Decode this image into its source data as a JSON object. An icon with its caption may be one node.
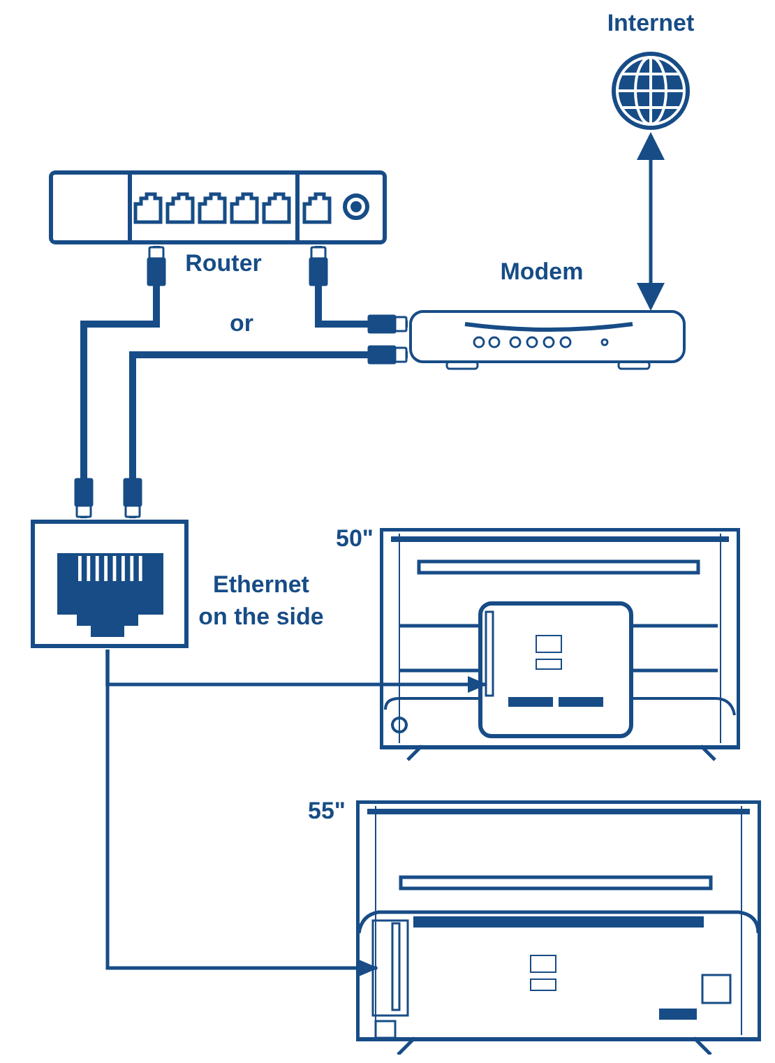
{
  "diagram": {
    "nodes": [
      {
        "text": [
          "Internet"
        ]
      },
      {
        "text": [
          "Router"
        ]
      },
      {
        "text": [
          "Modem"
        ]
      },
      {
        "text": [
          "Ethernet on the side"
        ]
      },
      {
        "text": [
          "50\""
        ]
      },
      {
        "text": [
          "55\""
        ]
      }
    ],
    "edges": [
      {
        "from": 0,
        "to": 2,
        "arrow": "both"
      },
      {
        "from": 1,
        "to": 3,
        "arrow": "other",
        "style": "thick"
      },
      {
        "from": 1,
        "to": 2,
        "arrow": "other",
        "style": "thick"
      },
      {
        "from": 2,
        "to": 3,
        "arrow": "other",
        "style": "thick"
      },
      {
        "from": 3,
        "to": 4,
        "arrow": "to"
      },
      {
        "from": 3,
        "to": 5,
        "arrow": "to"
      }
    ],
    "labels": [
      "or"
    ]
  }
}
